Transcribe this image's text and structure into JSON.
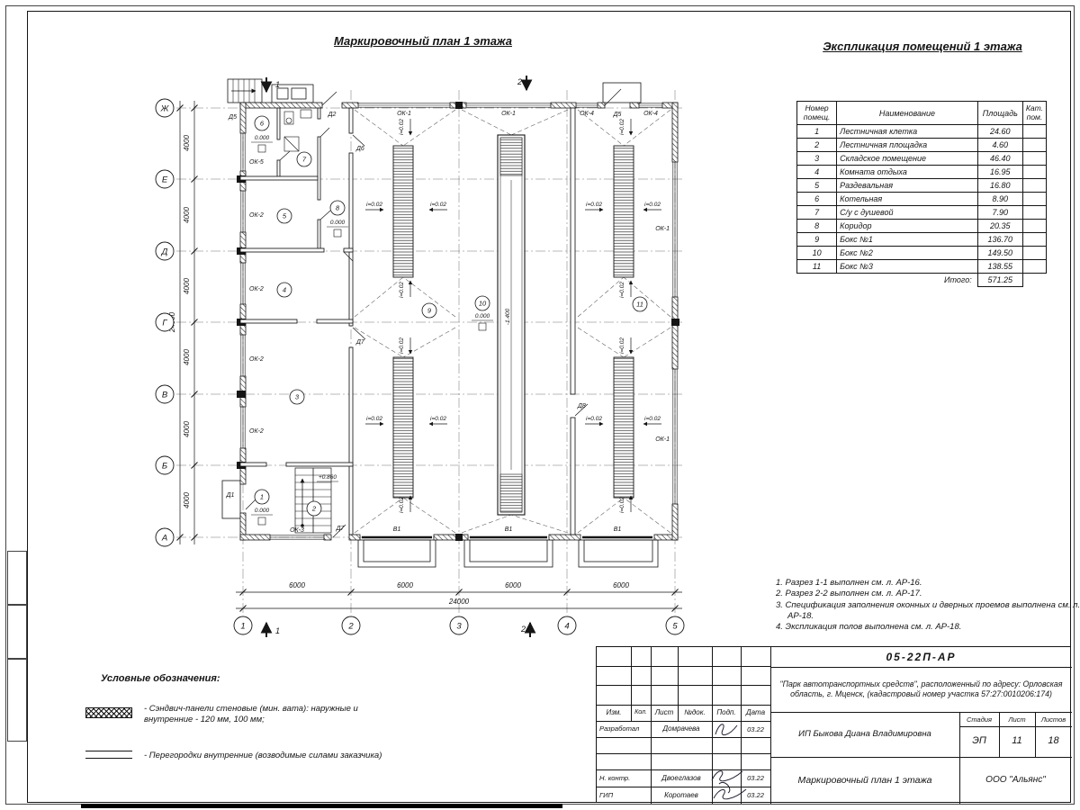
{
  "colors": {
    "paper": "#ffffff",
    "ink": "#1a1a1a"
  },
  "titles": {
    "plan": "Маркировочный план 1 этажа",
    "explication": "Экспликация помещений 1 этажа"
  },
  "explication": {
    "header": {
      "num_l1": "Номер",
      "num_l2": "помещ.",
      "name": "Наименование",
      "area": "Площадь",
      "cat_l1": "Кат.",
      "cat_l2": "пом."
    },
    "rows": [
      {
        "num": "1",
        "name": "Лестничная клетка",
        "area": "24.60",
        "cat": ""
      },
      {
        "num": "2",
        "name": "Лестничная площадка",
        "area": "4.60",
        "cat": ""
      },
      {
        "num": "3",
        "name": "Складское помещение",
        "area": "46.40",
        "cat": ""
      },
      {
        "num": "4",
        "name": "Комната отдыха",
        "area": "16.95",
        "cat": ""
      },
      {
        "num": "5",
        "name": "Раздевальная",
        "area": "16.80",
        "cat": ""
      },
      {
        "num": "6",
        "name": "Котельная",
        "area": "8.90",
        "cat": ""
      },
      {
        "num": "7",
        "name": "С/у с душевой",
        "area": "7.90",
        "cat": ""
      },
      {
        "num": "8",
        "name": "Коридор",
        "area": "20.35",
        "cat": ""
      },
      {
        "num": "9",
        "name": "Бокс №1",
        "area": "136.70",
        "cat": ""
      },
      {
        "num": "10",
        "name": "Бокс №2",
        "area": "149.50",
        "cat": ""
      },
      {
        "num": "11",
        "name": "Бокс №3",
        "area": "138.55",
        "cat": ""
      }
    ],
    "total_label": "Итого:",
    "total_value": "571.25"
  },
  "notes": [
    "1. Разрез 1-1 выполнен см. л. АР-16.",
    "2. Разрез 2-2 выполнен см. л. АР-17.",
    "3. Спецификация заполнения оконных и дверных проемов выполнена см. л. АР-18.",
    "4. Экспликация полов выполнена см. л. АР-18."
  ],
  "legend": {
    "title": "Условные обозначения:",
    "item1": "- Сэндвич-панели стеновые (мин. вата): наружные и внутренние - 120 мм, 100 мм;",
    "item2": "- Перегородки внутренние (возводимые силами заказчика)"
  },
  "plan": {
    "axis_letters": [
      "Ж",
      "Е",
      "Д",
      "Г",
      "В",
      "Б",
      "А"
    ],
    "axis_numbers": [
      "1",
      "2",
      "3",
      "4",
      "5"
    ],
    "room_numbers": [
      "1",
      "2",
      "3",
      "4",
      "5",
      "6",
      "7",
      "8",
      "9",
      "10",
      "11"
    ],
    "dims": {
      "v_seg": "4000",
      "h_seg": "6000",
      "total": "24000"
    },
    "marks": {
      "ok1": "ОК-1",
      "ok2": "ОК-2",
      "ok3": "ОК-3",
      "ok4": "ОК-4",
      "ok5": "ОК-5",
      "d1": "Д1",
      "d2": "Д2",
      "d5": "Д5",
      "d6": "Д6",
      "d7": "Д7",
      "d8": "Д8",
      "v1": "В1",
      "slope": "i=0.02",
      "elev_zero": "0.000",
      "elev_stair": "+0.860",
      "elev_pit": "-1.400"
    },
    "sections": {
      "s1": "1",
      "s2": "2"
    }
  },
  "titleblock": {
    "doc_number": "05-22П-АР",
    "project": "\"Парк автотранспортных средств\",  расположенный по адресу: Орловская область, г. Мценск, (кадастровый номер участка 57:27:0010206:174)",
    "header_cells": [
      "Изм.",
      "Кол.",
      "Лист",
      "№док.",
      "Подп.",
      "Дата"
    ],
    "rows": [
      {
        "role": "Разработал",
        "name": "Домрачева",
        "date": "03.22"
      },
      {
        "role": "Н. контр.",
        "name": "Двоеглазов",
        "date": "03.22"
      },
      {
        "role": "ГИП",
        "name": "Коротаев",
        "date": "03.22"
      }
    ],
    "client": "ИП Быкова Диана Владимировна",
    "stage_label": "Стадия",
    "sheet_label": "Лист",
    "sheets_label": "Листов",
    "stage": "ЭП",
    "sheet": "11",
    "sheets": "18",
    "sheet_title": "Маркировочный план 1 этажа",
    "company": "ООО \"Альянс\""
  }
}
